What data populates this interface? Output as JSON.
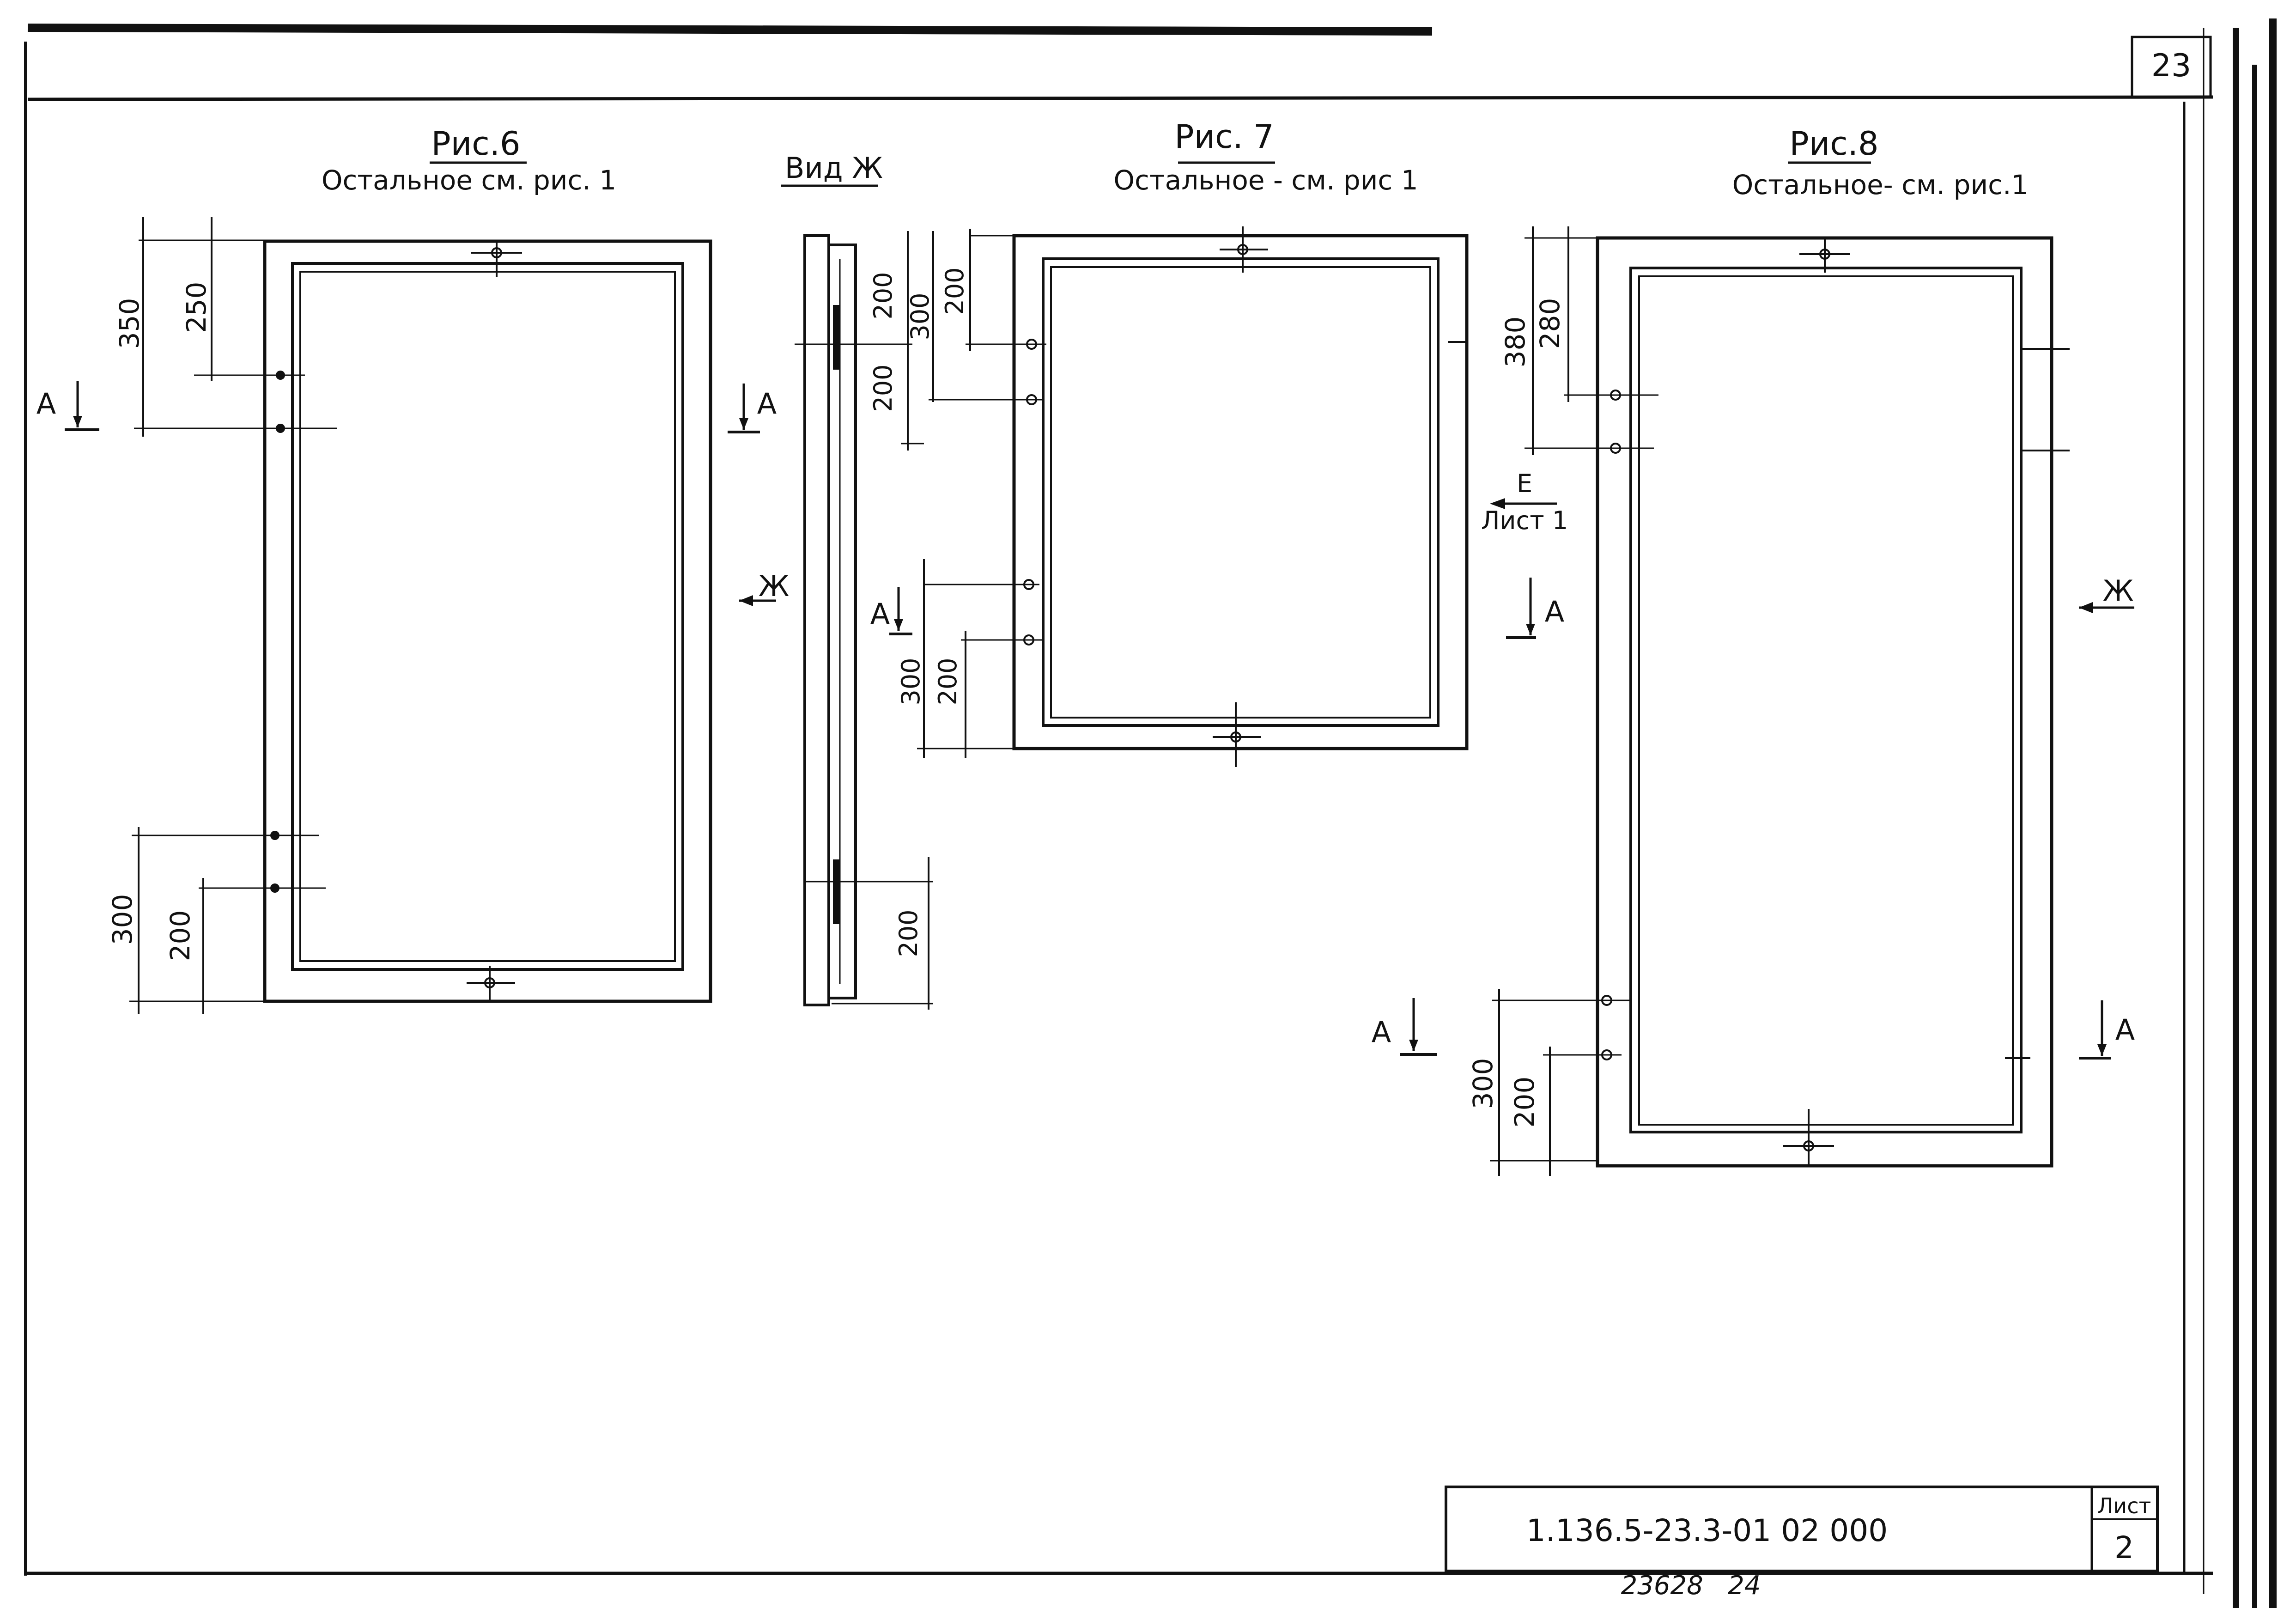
{
  "sheet": {
    "page_number": "23",
    "doc_code": "1.136.5-23.3-01 02 000",
    "sheet_label": "Лист",
    "sheet_number": "2",
    "bottom_stamp": "23628   24"
  },
  "fig6": {
    "title": "Рис.6",
    "subtitle": "Остальное см. рис. 1",
    "dims": {
      "d350": "350",
      "d250": "250",
      "d300": "300",
      "d200": "200"
    },
    "section_mark": "А"
  },
  "view_zh": {
    "title": "Вид Ж",
    "dims": {
      "top200": "200",
      "top300": "300",
      "mid200": "200",
      "bot200": "200"
    },
    "arrow_label": "Ж"
  },
  "fig7": {
    "title": "Рис. 7",
    "subtitle": "Остальное - см. рис 1",
    "dims": {
      "top200": "200",
      "bot300": "300",
      "bot200": "200"
    },
    "section_mark": "А"
  },
  "fig8": {
    "title": "Рис.8",
    "subtitle": "Остальное- см. рис.1",
    "dims": {
      "d380": "380",
      "d280": "280",
      "d300": "300",
      "d200": "200"
    },
    "section_mark": "А",
    "ref_letter": "Е",
    "ref_sheet": "Лист 1",
    "arrow_label": "Ж"
  }
}
